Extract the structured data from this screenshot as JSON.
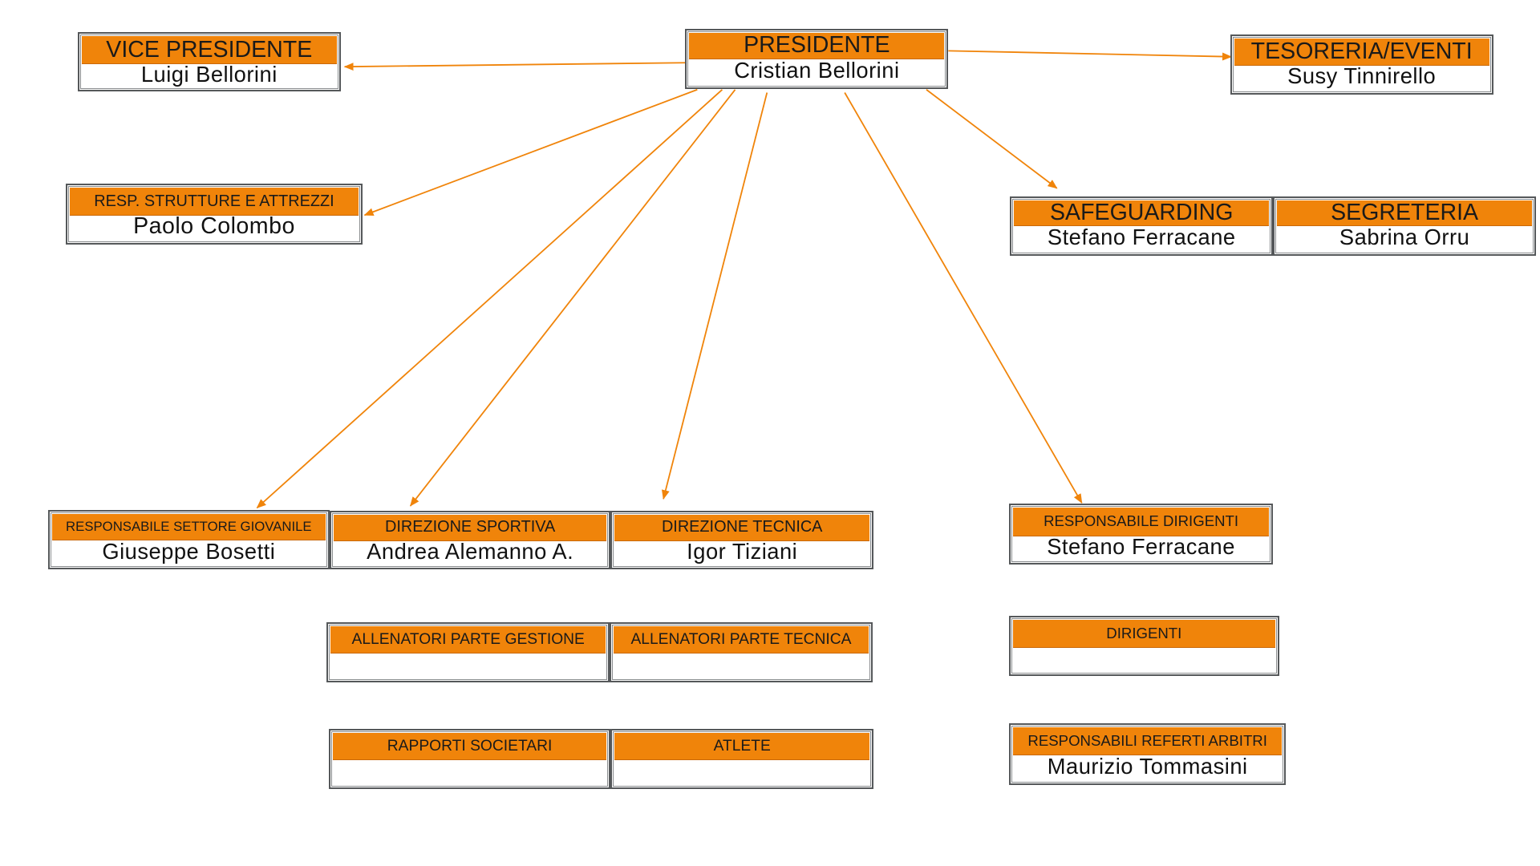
{
  "colors": {
    "header": "#f0840a",
    "arrow": "#f0840a",
    "border": "#55585a"
  },
  "boxes": {
    "presidente": {
      "title": "PRESIDENTE",
      "name": "Cristian  Bellorini"
    },
    "vice_presidente": {
      "title": "VICE PRESIDENTE",
      "name": "Luigi  Bellorini"
    },
    "tesoreria": {
      "title": "TESORERIA/EVENTI",
      "name": "Susy Tinnirello"
    },
    "strutture": {
      "title": "RESP. STRUTTURE E ATTREZZI",
      "name": "Paolo Colombo"
    },
    "safeguarding": {
      "title": "SAFEGUARDING",
      "name": "Stefano Ferracane"
    },
    "segreteria": {
      "title": "SEGRETERIA",
      "name": "Sabrina Orru"
    },
    "settore_giovanile": {
      "title": "RESPONSABILE SETTORE GIOVANILE",
      "name": "Giuseppe Bosetti"
    },
    "direzione_sportiva": {
      "title": "DIREZIONE SPORTIVA",
      "name": "Andrea Alemanno A."
    },
    "direzione_tecnica": {
      "title": "DIREZIONE TECNICA",
      "name": "Igor Tiziani"
    },
    "resp_dirigenti": {
      "title": "RESPONSABILE DIRIGENTI",
      "name": "Stefano Ferracane"
    },
    "allenatori_gestione": {
      "title": "ALLENATORI PARTE GESTIONE",
      "name": ""
    },
    "allenatori_tecnica": {
      "title": "ALLENATORI PARTE TECNICA",
      "name": ""
    },
    "dirigenti": {
      "title": "DIRIGENTI",
      "name": ""
    },
    "rapporti_societari": {
      "title": "RAPPORTI SOCIETARI",
      "name": ""
    },
    "atlete": {
      "title": "ATLETE",
      "name": ""
    },
    "referti_arbitri": {
      "title": "RESPONSABILI REFERTI ARBITRI",
      "name": "Maurizio Tommasini"
    }
  },
  "edges": [
    {
      "from": "presidente",
      "to": "vice_presidente"
    },
    {
      "from": "presidente",
      "to": "tesoreria"
    },
    {
      "from": "presidente",
      "to": "strutture"
    },
    {
      "from": "presidente",
      "to": "safeguarding"
    },
    {
      "from": "presidente",
      "to": "settore_giovanile"
    },
    {
      "from": "presidente",
      "to": "direzione_sportiva"
    },
    {
      "from": "presidente",
      "to": "direzione_tecnica"
    },
    {
      "from": "presidente",
      "to": "resp_dirigenti"
    }
  ]
}
